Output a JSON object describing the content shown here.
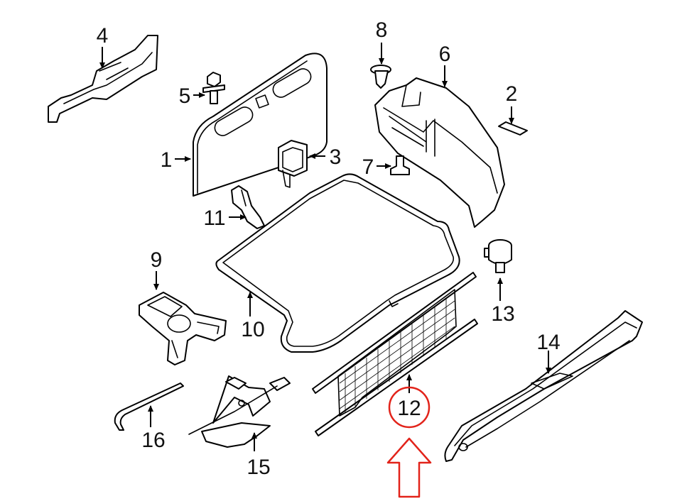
{
  "callouts": {
    "c1": "1",
    "c2": "2",
    "c3": "3",
    "c4": "4",
    "c5": "5",
    "c6": "6",
    "c7": "7",
    "c8": "8",
    "c9": "9",
    "c10": "10",
    "c11": "11",
    "c12": "12",
    "c13": "13",
    "c14": "14",
    "c15": "15",
    "c16": "16"
  },
  "highlight": {
    "part": "12",
    "color": "#e2231a"
  },
  "colors": {
    "line": "#000000",
    "background": "#ffffff"
  }
}
